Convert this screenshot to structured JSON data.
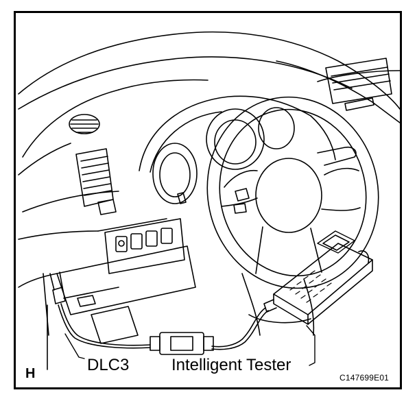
{
  "figure": {
    "corner_letter": "H",
    "labels": {
      "dlc3": "DLC3",
      "tester": "Intelligent Tester"
    },
    "figure_code": "C147699E01"
  },
  "colors": {
    "ink": "#000000",
    "paper": "#ffffff"
  }
}
